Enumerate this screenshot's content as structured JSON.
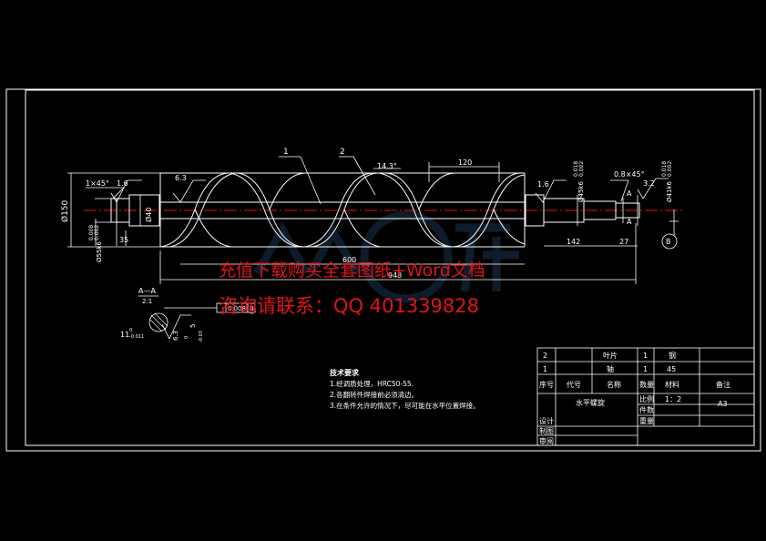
{
  "drawing": {
    "leaders": {
      "part1": "1",
      "part2": "2"
    },
    "dims": {
      "chamfer_left": "1×45°",
      "rough_left": "1.6",
      "rough_63": "6.3",
      "angle": "14.3°",
      "pitch": "120",
      "rough_right": "1.6",
      "tol_45_top": "0.018",
      "tol_45_bot": "0.002",
      "dia_45": "Ø45k6",
      "chamfer_right": "0.8×45°",
      "rough_32": "3.2",
      "tol_41_top": "0.018",
      "tol_41_bot": "0.002",
      "dia_41": "Ø41k6",
      "dia_150": "Ø150",
      "dia_40": "Ø40",
      "tol_55_top": "0.008",
      "tol_55_bot": "0.002",
      "dia_55": "Ø55k6",
      "len_35": "35",
      "len_600": "600",
      "len_948": "948",
      "len_142": "142",
      "len_27": "27",
      "section_A": "A",
      "section_A2": "A",
      "datum_B": "B"
    },
    "section": {
      "title": "A—A",
      "scale": "2:1",
      "tol_frame": "0.008",
      "tol_datum": "B",
      "width_label": "11",
      "width_tol_top": "0",
      "width_tol_bot": "-0.011",
      "rough": "6.3",
      "depth_label": "5",
      "depth_tol_top": "0",
      "depth_tol_bot": "-0.03"
    },
    "notes": {
      "title": "技术要求",
      "line1": "1.经调质处理，HRC50-55.",
      "line2": "2.各翻转件焊接前必须清边。",
      "line3": "3.在条件允许的情况下，尽可能在水平位置焊接。"
    },
    "title_block": {
      "row2": {
        "no": "2",
        "name": "叶片",
        "qty": "1",
        "material": "钢"
      },
      "row1": {
        "no": "1",
        "name": "轴",
        "qty": "1",
        "material": "45"
      },
      "header": {
        "no": "序号",
        "code": "代号",
        "name": "名称",
        "qty": "数量",
        "material": "材料",
        "remark": "备注"
      },
      "drawing_name": "水平螺旋",
      "ratio_label": "比例",
      "ratio": "1：2",
      "count_label": "件数",
      "weight_label": "重量",
      "size": "A3",
      "design": "设计",
      "draft": "制图",
      "review": "审阅"
    },
    "watermark": {
      "line1": "充值下载购买全套图纸+Word文档",
      "line2": "咨询请联系：QQ 401339828"
    }
  }
}
